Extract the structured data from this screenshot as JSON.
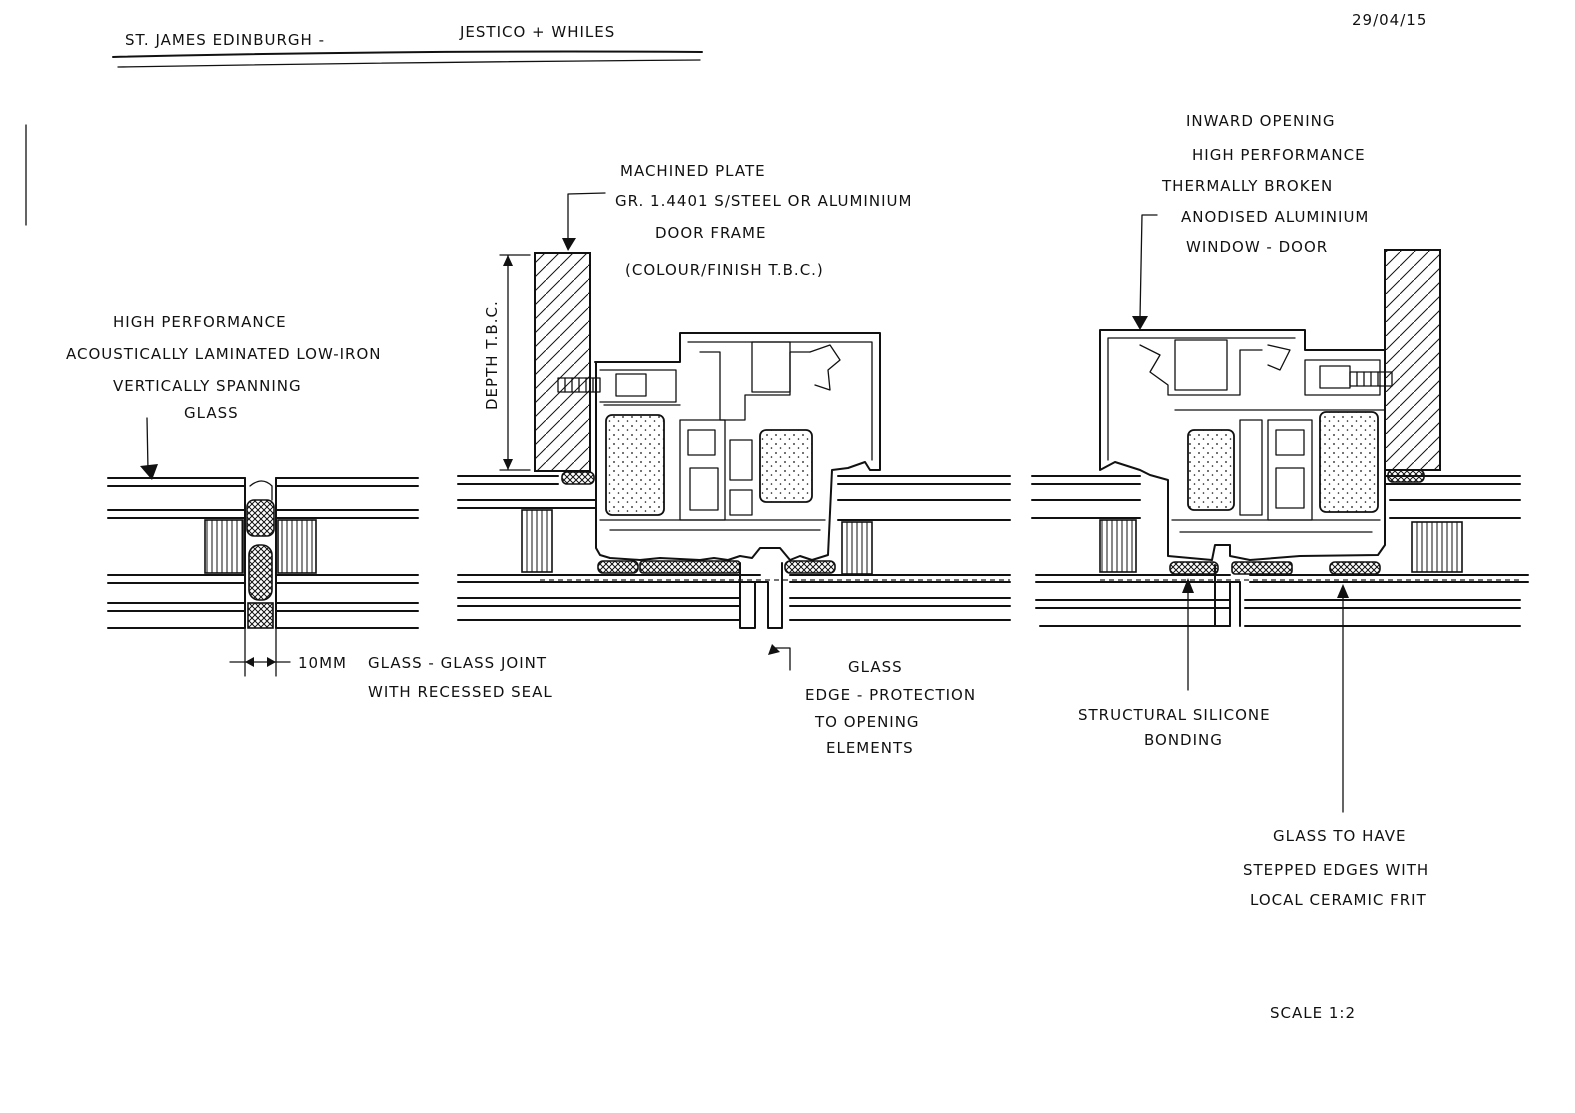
{
  "title": {
    "project": "ST. JAMES EDINBURGH -",
    "architect": "JESTICO + WHILES",
    "date": "29/04/15"
  },
  "notes": {
    "glass": [
      "HIGH PERFORMANCE",
      "ACOUSTICALLY LAMINATED LOW-IRON",
      "VERTICALLY SPANNING",
      "GLASS"
    ],
    "joint": {
      "dimension": "10MM",
      "text": [
        "GLASS - GLASS JOINT",
        "WITH RECESSED SEAL"
      ]
    },
    "plate": [
      "MACHINED PLATE",
      "GR. 1.4401 S/STEEL OR ALUMINIUM",
      "DOOR FRAME",
      "(COLOUR/FINISH T.B.C.)"
    ],
    "depth": "DEPTH T.B.C.",
    "edge_protection": [
      "GLASS",
      "EDGE - PROTECTION",
      "TO OPENING",
      "ELEMENTS"
    ],
    "window": [
      "INWARD OPENING",
      "HIGH PERFORMANCE",
      "THERMALLY BROKEN",
      "ANODISED ALUMINIUM",
      "WINDOW - DOOR"
    ],
    "silicone": [
      "STRUCTURAL SILICONE",
      "BONDING"
    ],
    "stepped": [
      "GLASS TO HAVE",
      "STEPPED EDGES WITH",
      "LOCAL CERAMIC FRIT"
    ],
    "scale": "SCALE 1:2"
  }
}
